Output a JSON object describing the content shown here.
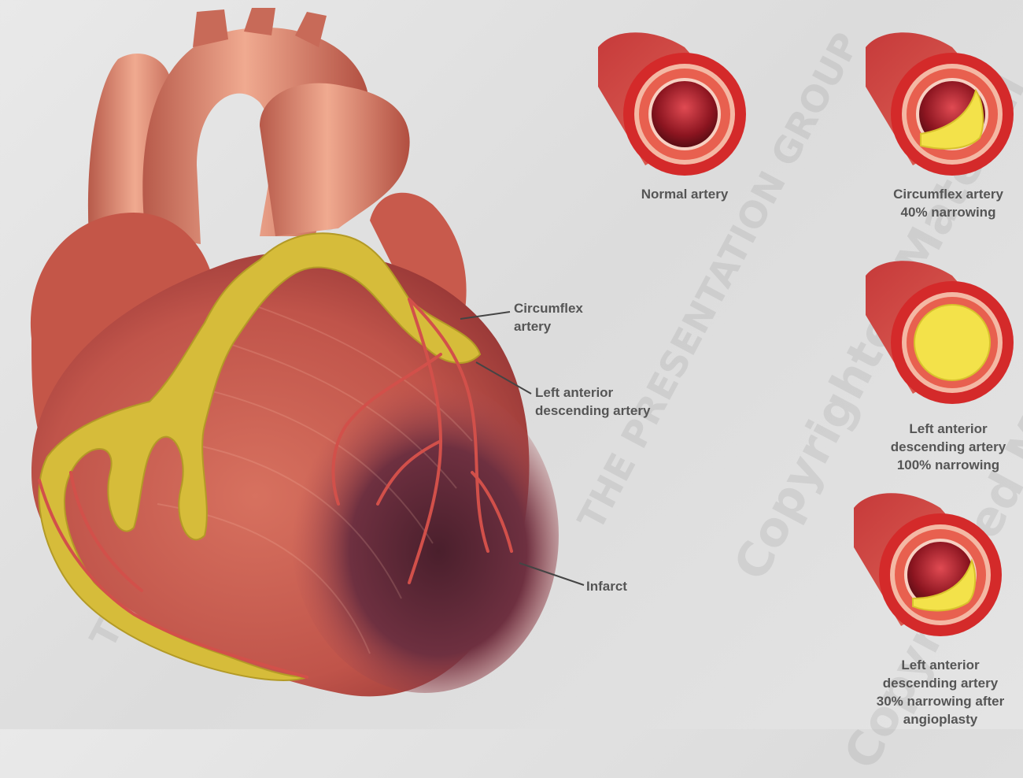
{
  "watermarks": {
    "text_a": "THE PRESENTATION GROUP",
    "text_b": "Copyrighted Material"
  },
  "colors": {
    "background": "#e2e2e2",
    "heart_muscle": "#c65a4c",
    "fat_deposit": "#d8c03a",
    "infarct": "#5a2634",
    "artery_wall": "#d42a2a",
    "plaque": "#f3e24a",
    "label_text": "#555555"
  },
  "heart_labels": {
    "circumflex": [
      "Circumflex",
      "artery"
    ],
    "lad": [
      "Left anterior",
      "descending artery"
    ],
    "infarct": "Infarct"
  },
  "artery_views": [
    {
      "id": "normal",
      "lines": [
        "Normal artery"
      ],
      "narrowing_percent": 0
    },
    {
      "id": "circumflex-40",
      "lines": [
        "Circumflex artery",
        "40% narrowing"
      ],
      "narrowing_percent": 40
    },
    {
      "id": "lad-100",
      "lines": [
        "Left anterior",
        "descending artery",
        "100% narrowing"
      ],
      "narrowing_percent": 100
    },
    {
      "id": "lad-30",
      "lines": [
        "Left anterior",
        "descending artery",
        "30% narrowing after",
        "angioplasty"
      ],
      "narrowing_percent": 30
    }
  ]
}
